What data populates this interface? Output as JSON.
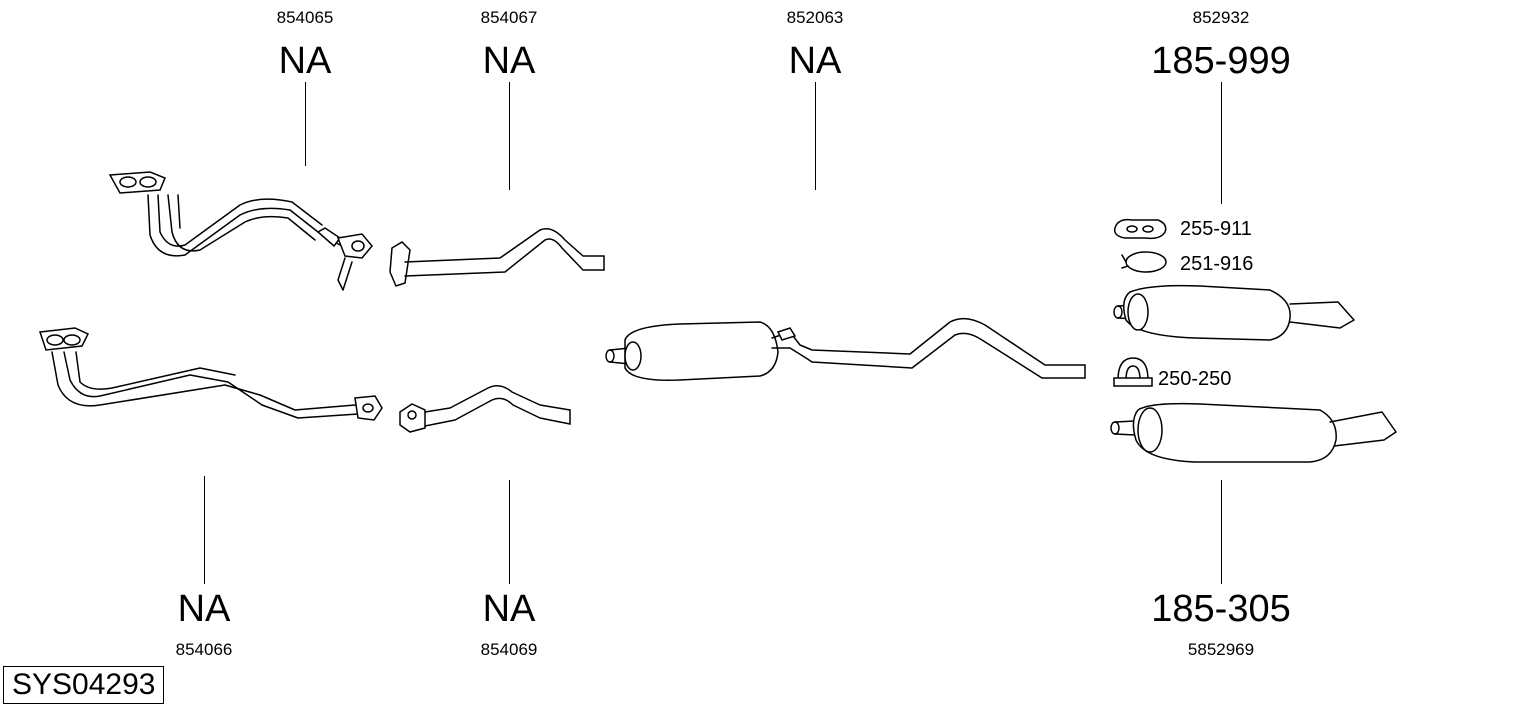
{
  "sheet_id": "SYS04293",
  "callouts": {
    "front_pipe_top": {
      "oe_ref": "854065",
      "part_number": "NA"
    },
    "front_pipe_bottom": {
      "oe_ref": "854066",
      "part_number": "NA"
    },
    "mid_pipe_top": {
      "oe_ref": "854067",
      "part_number": "NA"
    },
    "mid_pipe_bottom": {
      "oe_ref": "854069",
      "part_number": "NA"
    },
    "center_silencer": {
      "oe_ref": "852063",
      "part_number": "NA"
    },
    "rear_silencer_top": {
      "oe_ref": "852932",
      "part_number": "185-999"
    },
    "rear_silencer_bottom": {
      "oe_ref": "5852969",
      "part_number": "185-305"
    }
  },
  "accessories": [
    {
      "number": "255-911",
      "icon": "rubber-hanger-icon"
    },
    {
      "number": "251-916",
      "icon": "clamp-ring-icon"
    },
    {
      "number": "250-250",
      "icon": "u-bolt-clamp-icon"
    }
  ]
}
